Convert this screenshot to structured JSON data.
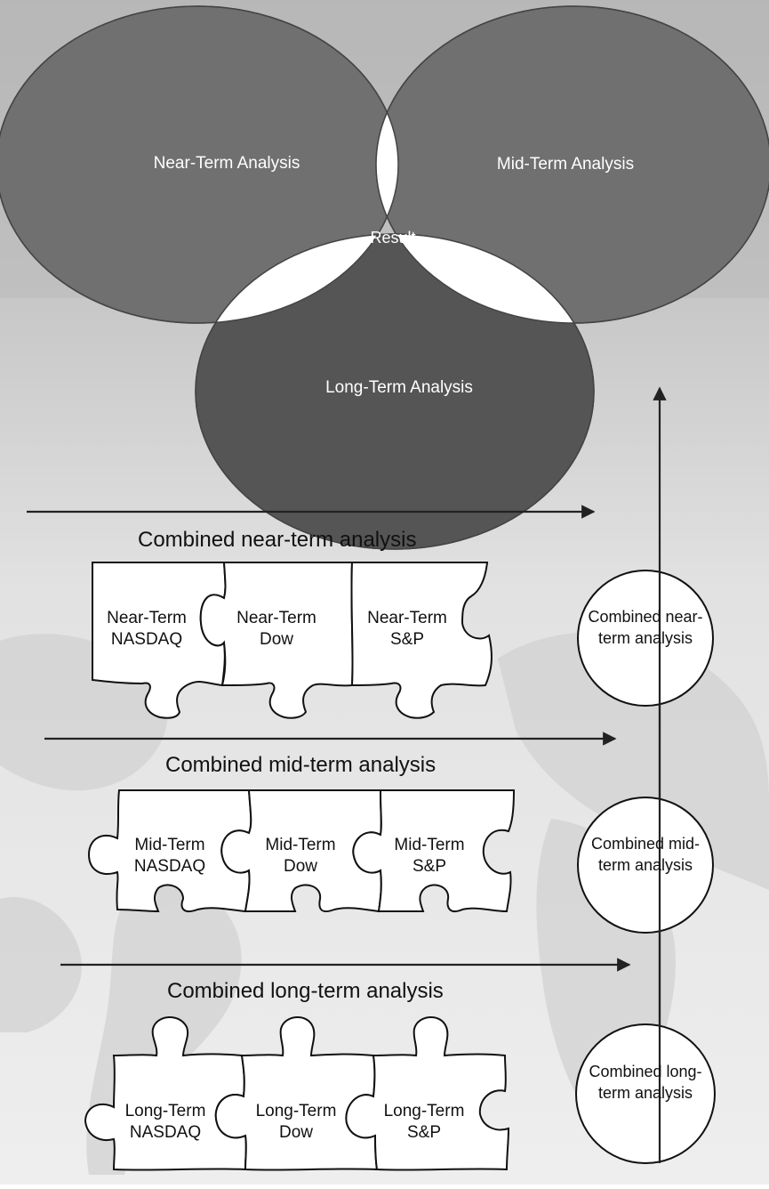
{
  "venn": {
    "near_label": "Near-Term Analysis",
    "mid_label": "Mid-Term Analysis",
    "long_label": "Long-Term Analysis",
    "result_label": "Result"
  },
  "rows": [
    {
      "heading": "Combined near-term analysis",
      "pieces": [
        {
          "line1": "Near-Term",
          "line2": "NASDAQ"
        },
        {
          "line1": "Near-Term",
          "line2": "Dow"
        },
        {
          "line1": "Near-Term",
          "line2": "S&P"
        }
      ],
      "circle": {
        "line1": "Combined near-",
        "line2": "term analysis"
      }
    },
    {
      "heading": "Combined mid-term analysis",
      "pieces": [
        {
          "line1": "Mid-Term",
          "line2": "NASDAQ"
        },
        {
          "line1": "Mid-Term",
          "line2": "Dow"
        },
        {
          "line1": "Mid-Term",
          "line2": "S&P"
        }
      ],
      "circle": {
        "line1": "Combined mid-",
        "line2": "term analysis"
      }
    },
    {
      "heading": "Combined long-term analysis",
      "pieces": [
        {
          "line1": "Long-Term",
          "line2": "NASDAQ"
        },
        {
          "line1": "Long-Term",
          "line2": "Dow"
        },
        {
          "line1": "Long-Term",
          "line2": "S&P"
        }
      ],
      "circle": {
        "line1": "Combined long-",
        "line2": "term analysis"
      }
    }
  ],
  "colors": {
    "venn_fill": "#707070",
    "venn_long_fill": "#555555",
    "result_fill": "#1e1e1e",
    "arrow": "#222222"
  }
}
